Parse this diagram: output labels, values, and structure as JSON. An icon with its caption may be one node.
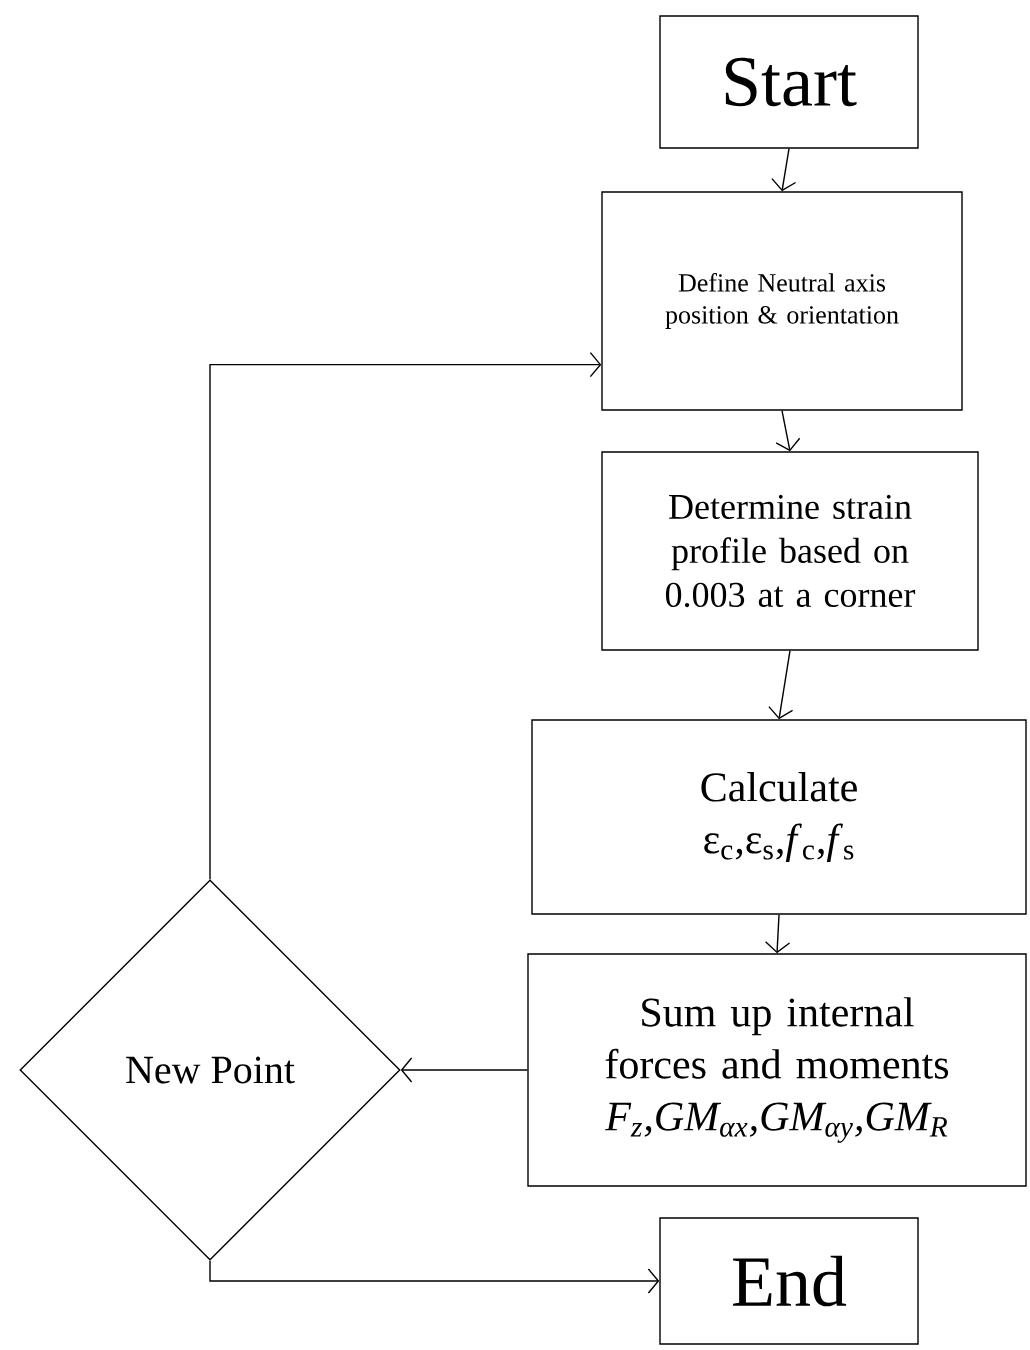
{
  "diagram": {
    "nodes": [
      {
        "text": [
          "Start"
        ]
      },
      {
        "text": [
          "Define Neutral axis position & orientation"
        ]
      },
      {
        "text": [
          "Determine strain profile based on 0.003 at a corner"
        ]
      },
      {
        "text": [
          "Calculate",
          "ε$_{c}$,ε$_{s}$,*f*$_{c}$,*f*$_{s}$"
        ]
      },
      {
        "text": [
          "Sum up internal forces and moments",
          "F$_{z}$,GM$_{αx}$,GM$_{αy}$,GM$_{R}$"
        ]
      },
      {
        "text": [
          "New Point"
        ]
      },
      {
        "text": [
          "End"
        ]
      }
    ],
    "edges": [
      {
        "from": 0,
        "to": 1,
        "arrow": "to"
      },
      {
        "from": 1,
        "to": 2,
        "arrow": "to"
      },
      {
        "from": 2,
        "to": 3,
        "arrow": "to"
      },
      {
        "from": 3,
        "to": 4,
        "arrow": "to"
      },
      {
        "from": 4,
        "to": 5,
        "arrow": "to"
      },
      {
        "from": 5,
        "to": 1,
        "arrow": "to"
      },
      {
        "from": 5,
        "to": 6,
        "arrow": "to"
      }
    ]
  }
}
